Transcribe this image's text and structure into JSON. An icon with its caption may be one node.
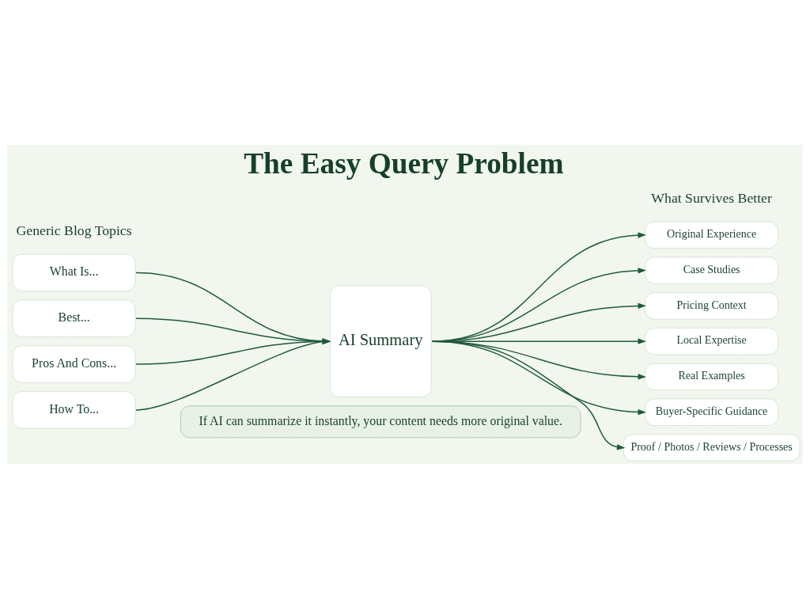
{
  "diagram": {
    "title": "The Easy Query Problem",
    "nodes": [
      {
        "text": [
          "What Is..."
        ]
      },
      {
        "text": [
          "Best..."
        ]
      },
      {
        "text": [
          "Pros And Cons..."
        ]
      },
      {
        "text": [
          "How To..."
        ]
      },
      {
        "text": [
          "AI Summary"
        ]
      },
      {
        "text": [
          "Original Experience"
        ]
      },
      {
        "text": [
          "Case Studies"
        ]
      },
      {
        "text": [
          "Pricing Context"
        ]
      },
      {
        "text": [
          "Local Expertise"
        ]
      },
      {
        "text": [
          "Real Examples"
        ]
      },
      {
        "text": [
          "Buyer-Specific Guidance"
        ]
      },
      {
        "text": [
          "Proof / Photos / Reviews / Processes"
        ]
      },
      {
        "text": [
          "If AI can summarize it instantly, your content needs more original value."
        ]
      }
    ],
    "edges": [
      {
        "from": 0,
        "to": 4,
        "arrow": "to"
      },
      {
        "from": 1,
        "to": 4,
        "arrow": "to"
      },
      {
        "from": 2,
        "to": 4,
        "arrow": "to"
      },
      {
        "from": 3,
        "to": 4,
        "arrow": "to"
      },
      {
        "from": 4,
        "to": 5,
        "arrow": "to"
      },
      {
        "from": 4,
        "to": 6,
        "arrow": "to"
      },
      {
        "from": 4,
        "to": 7,
        "arrow": "to"
      },
      {
        "from": 4,
        "to": 8,
        "arrow": "to"
      },
      {
        "from": 4,
        "to": 9,
        "arrow": "to"
      },
      {
        "from": 4,
        "to": 10,
        "arrow": "to"
      },
      {
        "from": 4,
        "to": 11,
        "arrow": "to"
      }
    ],
    "labels": [
      "Generic Blog Topics",
      "What Survives Better"
    ]
  }
}
